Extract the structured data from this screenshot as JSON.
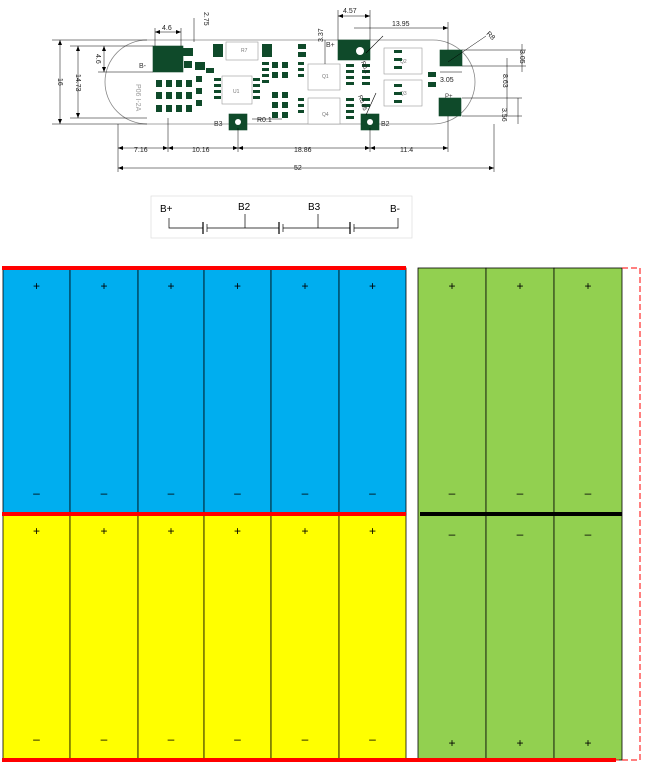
{
  "pcb": {
    "pads": {
      "b_minus": "B-",
      "b_plus": "B+",
      "b3": "B3",
      "b2": "B2",
      "p_plus": "P+"
    },
    "components": {
      "r7": "R7",
      "q1": "Q1",
      "q4": "Q4",
      "q2": "Q2",
      "q3": "Q3",
      "u1": "U1"
    },
    "board_text": "P06 I-2A",
    "resistor_labels": {
      "r_b3": "R0.1",
      "r_b2": "R0.55",
      "r_bp": "R0.1",
      "r_right": "R8"
    },
    "dimensions": {
      "top_4_6": "4.6",
      "top_2_75": "2.75",
      "left_4_6": "4.6",
      "top_4_57": "4.57",
      "top_13_95": "13.95",
      "mid_3_37": "3.37",
      "right_r8": "R8",
      "right_3_05_v": "3.05",
      "right_3_05_h": "3.05",
      "right_8_63": "8.63",
      "right_3_56": "3.56",
      "left_16": "16",
      "left_14_73": "14.73",
      "bottom_7_16": "7.16",
      "bottom_10_16": "10.16",
      "bottom_18_86": "18.86",
      "bottom_11_4": "11.4",
      "bottom_52": "52"
    }
  },
  "wiring": {
    "b_plus": "B+",
    "b2": "B2",
    "b3": "B3",
    "b_minus": "B-"
  },
  "cells": {
    "plus": "+",
    "minus": "–",
    "colors": {
      "blue": "#00aeef",
      "yellow": "#ffff00",
      "green": "#92d050",
      "red": "#ff0000",
      "black": "#000000"
    }
  }
}
